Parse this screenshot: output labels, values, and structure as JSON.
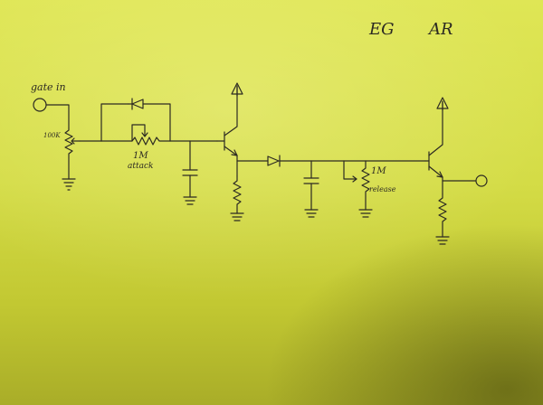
{
  "title": {
    "eg": "EG",
    "ar": "AR"
  },
  "labels": {
    "gate_in": "gate in",
    "pot_100k": "100K",
    "attack_value": "1M",
    "attack": "attack",
    "release_value": "1M",
    "release": "release"
  },
  "colors": {
    "paper": "#d4dc46",
    "ink": "#2c2a22"
  }
}
